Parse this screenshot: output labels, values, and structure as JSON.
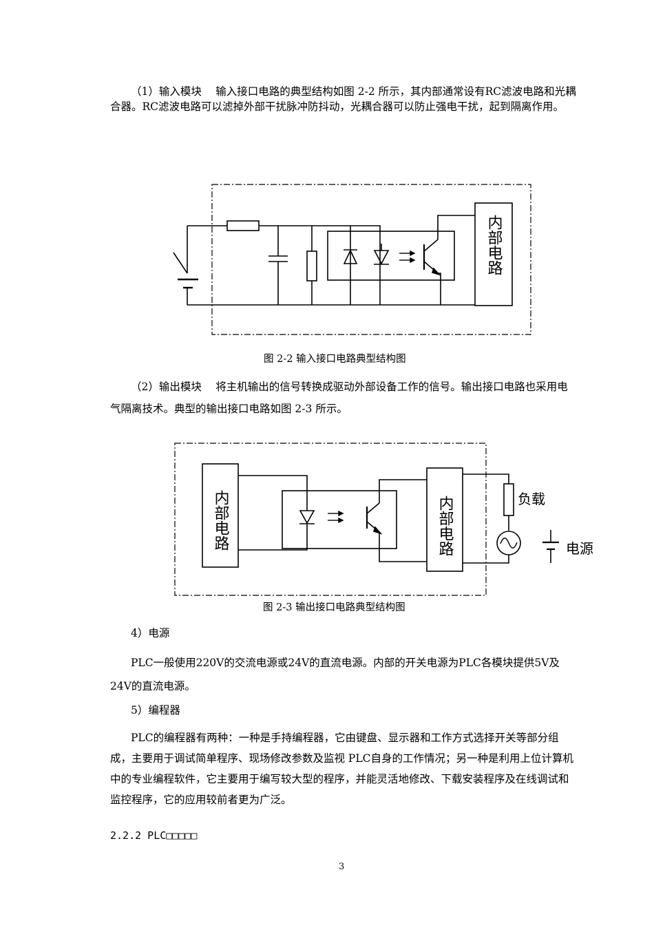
{
  "para_input": "（1）输入模块　  输入接口电路的典型结构如图 2-2 所示，其内部通常设有RC滤波电路和光耦合器。RC滤波电路可以滤掉外部干扰脉冲防抖动，光耦合器可以防止强电干扰，起到隔离作用。",
  "fig1": {
    "internal_circuit_label": "内部电路",
    "caption": "图 2-2 输入接口电路典型结构图"
  },
  "para_output": "（2）输出模块　  将主机输出的信号转换成驱动外部设备工作的信号。输出接口电路也采用电气隔离技术。典型的输出接口电路如图 2-3 所示。",
  "fig2": {
    "internal_circuit_label": "内部电路",
    "load_label": "负载",
    "power_label": "电源",
    "caption": "图 2-3 输出接口电路典型结构图"
  },
  "section4_heading": "4）电源",
  "section4_body": "PLC一般使用220V的交流电源或24V的直流电源。内部的开关电源为PLC各模块提供5V及24V的直流电源。",
  "section5_heading": "5）编程器",
  "section5_body": "PLC的编程器有两种：一种是手持编程器，它由键盘、显示器和工作方式选择开关等部分组成，主要用于调试简单程序、现场修改参数及监视 PLC自身的工作情况；另一种是利用上位计算机中的专业编程软件，它主要用于编写较大型的程序，并能灵活地修改、下载安装程序及在线调试和监控程序，它的应用较前者更为广泛。",
  "next_heading": "2.2.2 PLC□□□□□",
  "page_number": "3"
}
